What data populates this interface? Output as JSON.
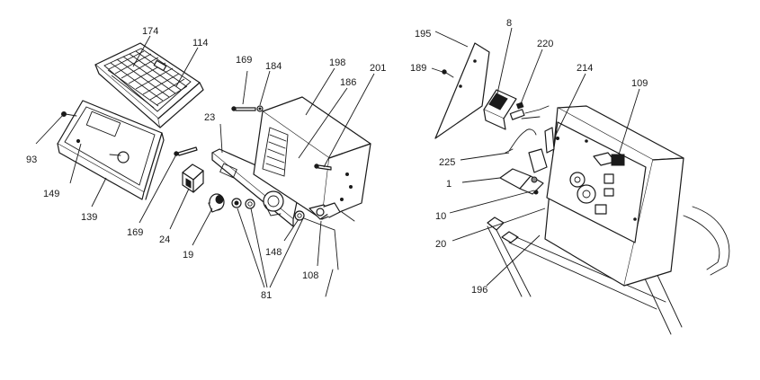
{
  "diagram": {
    "callouts": {
      "c174": "174",
      "c114": "114",
      "c169a": "169",
      "c184": "184",
      "c198": "198",
      "c201": "201",
      "c186": "186",
      "c23": "23",
      "c93": "93",
      "c149": "149",
      "c139": "139",
      "c169b": "169",
      "c24": "24",
      "c19": "19",
      "c148": "148",
      "c81": "81",
      "c108": "108",
      "c195": "195",
      "c8": "8",
      "c220": "220",
      "c189": "189",
      "c214": "214",
      "c109": "109",
      "c225": "225",
      "c1": "1",
      "c10": "10",
      "c20": "20",
      "c196": "196"
    }
  }
}
